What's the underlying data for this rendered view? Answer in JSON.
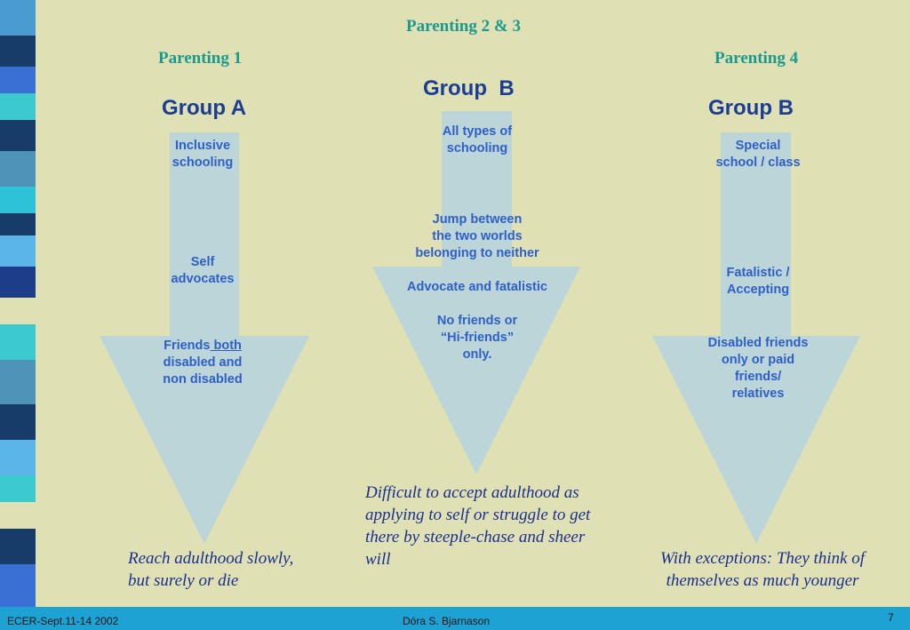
{
  "colors": {
    "background": "#dfe0b4",
    "arrow_fill": "#bcd5d9",
    "title_teal": "#1a9a8e",
    "group_title": "#1c3d94",
    "arrow_text": "#2f5fc8",
    "note_text": "#1c2f8c",
    "footer_bar": "#1ea2d4"
  },
  "top_label": "Parenting 2 & 3",
  "columns": [
    {
      "parenting": "Parenting 1",
      "group": "Group A",
      "texts": {
        "t1": [
          "Inclusive",
          "schooling"
        ],
        "t2": [
          "Self",
          "advocates"
        ],
        "t3_prefix": "Friends",
        "t3_underlined": " both",
        "t3_rest": [
          "disabled and",
          "non disabled"
        ]
      },
      "note": [
        "Reach adulthood slowly,",
        "but surely or die"
      ]
    },
    {
      "group": "Group  B",
      "texts": {
        "t1": [
          "All types of",
          "schooling"
        ],
        "t2": [
          "Jump between",
          "the two worlds",
          "belonging to neither"
        ],
        "t3": "Advocate and fatalistic",
        "t4": [
          "No friends or",
          "“Hi-friends”",
          "only."
        ]
      },
      "note": [
        "Difficult to accept adulthood as",
        "applying to self or struggle to get",
        "there by steeple-chase and sheer",
        "will"
      ]
    },
    {
      "parenting": "Parenting 4",
      "group": "Group B",
      "texts": {
        "t1": [
          "Special",
          "school / class"
        ],
        "t2": [
          "Fatalistic /",
          "Accepting"
        ],
        "t3": [
          "Disabled friends",
          "only or paid",
          "friends/",
          "relatives"
        ]
      },
      "note": [
        "With exceptions: They think of",
        "themselves as much younger"
      ]
    }
  ],
  "footer": {
    "left": "ECER-Sept.11-14 2002",
    "center": "Dóra S. Bjarnason",
    "page_number": "7"
  }
}
